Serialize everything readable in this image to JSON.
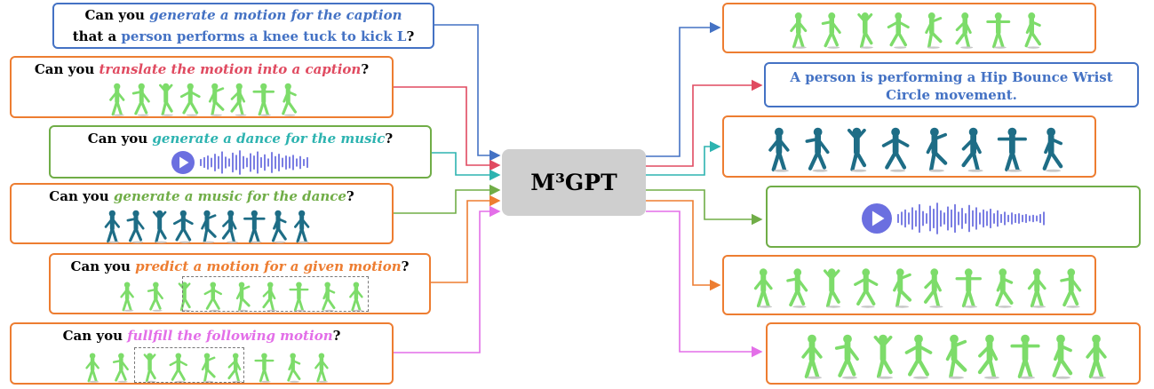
{
  "center": {
    "label": "M³GPT"
  },
  "inputs": [
    {
      "lines": [
        {
          "prefix": "Can you ",
          "task": "generate a motion for the caption",
          "suffix": ""
        },
        {
          "prefix": "that a ",
          "task": "person performs a knee tuck to kick L",
          "suffix": "?"
        }
      ]
    },
    {
      "prefix": "Can you ",
      "task": "translate the motion into a caption",
      "suffix": "?"
    },
    {
      "prefix": "Can you ",
      "task": "generate a dance for the music",
      "suffix": "?"
    },
    {
      "prefix": "Can you ",
      "task": "generate a music for the dance",
      "suffix": "?"
    },
    {
      "prefix": "Can you ",
      "task": "predict a motion for a given motion",
      "suffix": "?"
    },
    {
      "prefix": "Can you ",
      "task": "fullfill the following motion",
      "suffix": "?"
    }
  ],
  "outputs": {
    "caption_text": "A person is performing a Hip Bounce Wrist Circle movement."
  },
  "colors": {
    "blue": "#4472c4",
    "red": "#e04a60",
    "teal": "#2db3b0",
    "green": "#70ad47",
    "orange": "#ed7d31",
    "pink": "#e36fe8",
    "motion_green": "#7ddc6a",
    "dance_teal": "#1e6d86",
    "audio_purple": "#6b6fe0"
  },
  "icons": [
    "play-button-icon",
    "audio-waveform-icon",
    "motion-figure-icon",
    "dance-figure-icon"
  ]
}
